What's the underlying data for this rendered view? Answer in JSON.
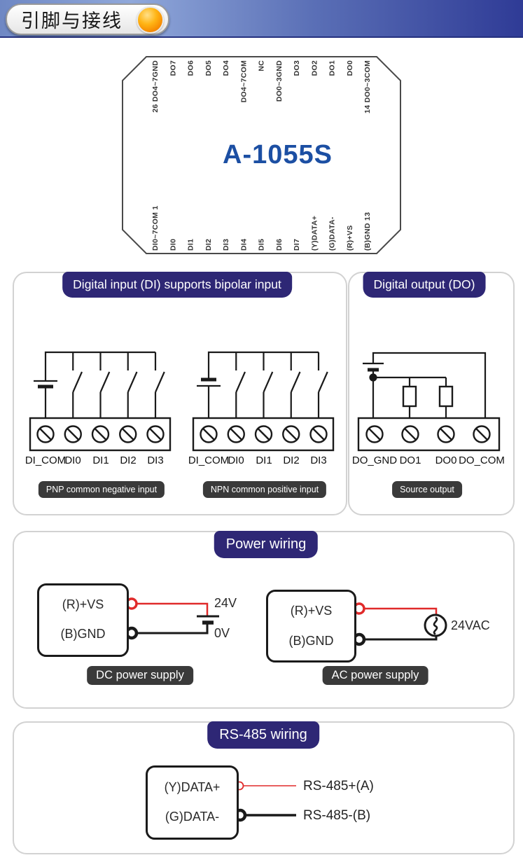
{
  "header": {
    "title": "引脚与接线"
  },
  "chip": {
    "model": "A-1055S",
    "top_pins": [
      "26 DO4~7GND",
      "DO7",
      "DO6",
      "DO5",
      "DO4",
      "DO4~7COM",
      "NC",
      "DO0~3GND",
      "DO3",
      "DO2",
      "DO1",
      "DO0",
      "14 DO0~3COM"
    ],
    "bottom_pins": [
      "DI0~7COM 1",
      "DI0",
      "DI1",
      "DI2",
      "DI3",
      "DI4",
      "DI5",
      "DI6",
      "DI7",
      "(Y)DATA+",
      "(G)DATA-",
      "(R)+VS",
      "(B)GND 13"
    ]
  },
  "di_section": {
    "title": "Digital input (DI) supports bipolar input",
    "pnp": {
      "terminals": [
        "DI_COM",
        "DI0",
        "DI1",
        "DI2",
        "DI3"
      ],
      "caption": "PNP common negative input"
    },
    "npn": {
      "terminals": [
        "DI_COM",
        "DI0",
        "DI1",
        "DI2",
        "DI3"
      ],
      "caption": "NPN common positive input"
    }
  },
  "do_section": {
    "title": "Digital output (DO)",
    "terminals": [
      "DO_GND",
      "DO1",
      "DO0",
      "DO_COM"
    ],
    "caption": "Source output"
  },
  "power_section": {
    "title": "Power wiring",
    "dc": {
      "pins": [
        "(R)+VS",
        "(B)GND"
      ],
      "plus_label": "24V",
      "minus_label": "0V",
      "caption": "DC power supply"
    },
    "ac": {
      "pins": [
        "(R)+VS",
        "(B)GND"
      ],
      "source_label": "24VAC",
      "caption": "AC power supply"
    }
  },
  "rs485_section": {
    "title": "RS-485 wiring",
    "pins": [
      "(Y)DATA+",
      "(G)DATA-"
    ],
    "line_a": "RS-485+(A)",
    "line_b": "RS-485-(B)"
  },
  "colors": {
    "accent_navy": "#2e2775",
    "wire_red": "#e02a2a",
    "wire_black": "#1a1a1a",
    "model_blue": "#1c4fa3",
    "banner_dark_blue": "#2f3b96"
  }
}
